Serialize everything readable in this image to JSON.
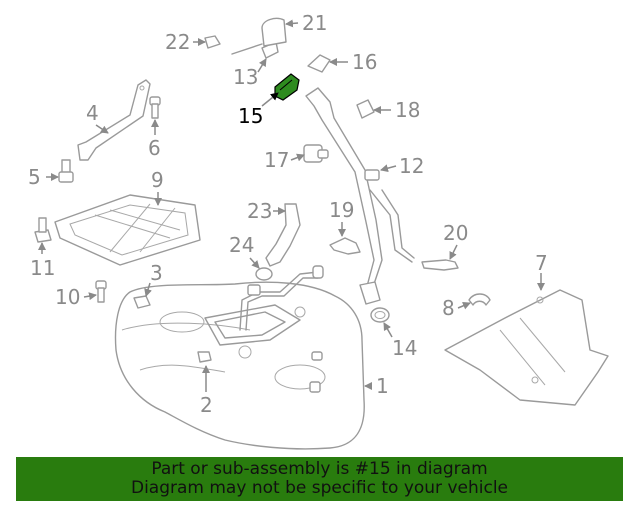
{
  "callouts": {
    "c1": "1",
    "c2": "2",
    "c3": "3",
    "c4": "4",
    "c5": "5",
    "c6": "6",
    "c7": "7",
    "c8": "8",
    "c9": "9",
    "c10": "10",
    "c11": "11",
    "c12": "12",
    "c13": "13",
    "c14": "14",
    "c15": "15",
    "c16": "16",
    "c17": "17",
    "c18": "18",
    "c19": "19",
    "c20": "20",
    "c21": "21",
    "c22": "22",
    "c23": "23",
    "c24": "24"
  },
  "highlighted_part": "15",
  "colors": {
    "highlight_part": "#2e8b1f",
    "banner_background": "#297c0e",
    "line_art": "#9a9a9a"
  },
  "banner": {
    "line1": "Part or sub-assembly is #15 in diagram",
    "line2": "Diagram may not be specific to your vehicle"
  }
}
